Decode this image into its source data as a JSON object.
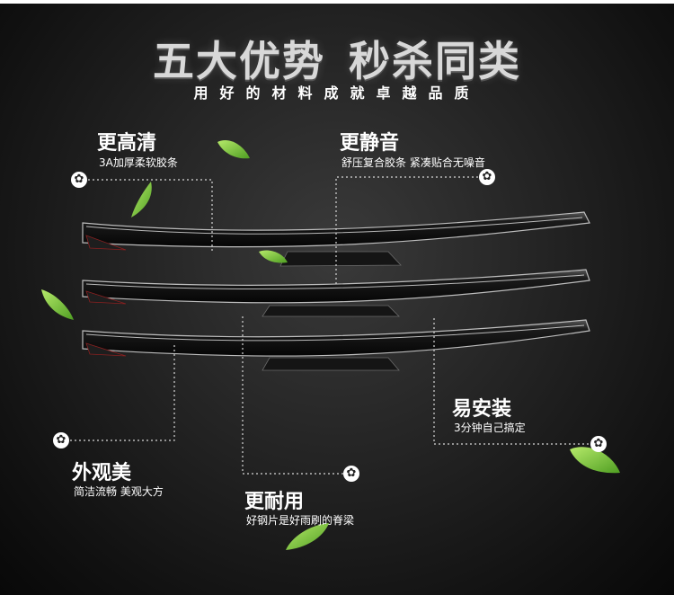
{
  "headline": {
    "left": "五大优势",
    "right": "秒杀同类"
  },
  "subline": "用好的材料成就卓越品质",
  "features": {
    "clear": {
      "title": "更高清",
      "desc": "3A加厚柔软胶条"
    },
    "quiet": {
      "title": "更静音",
      "desc": "舒压复合胶条 紧凑贴合无噪音"
    },
    "look": {
      "title": "外观美",
      "desc": "简洁流畅 美观大方"
    },
    "durable": {
      "title": "更耐用",
      "desc": "好钢片是好雨刷的脊梁"
    },
    "install": {
      "title": "易安装",
      "desc": "3分钟自己搞定"
    }
  },
  "colors": {
    "leaf": "#7bc843",
    "text": "#ffffff",
    "blade": "#0d0d0d"
  },
  "icons": {
    "marker": "flower-icon",
    "leaf": "leaf-icon"
  }
}
